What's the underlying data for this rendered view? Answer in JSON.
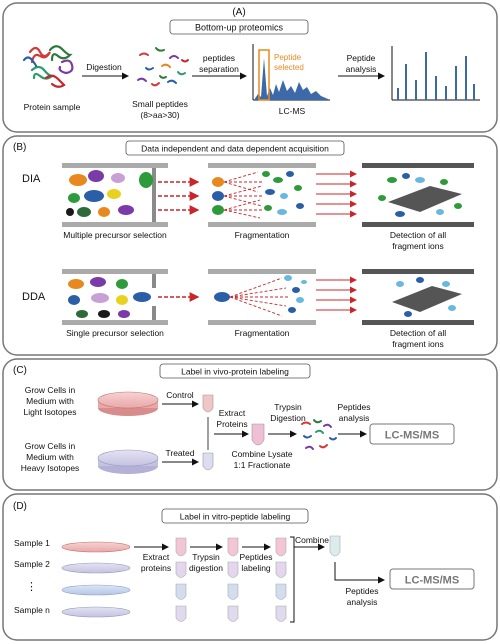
{
  "panel_a": {
    "letter": "(A)",
    "title": "Bottom-up proteomics",
    "protein_sample": "Protein sample",
    "digestion": "Digestion",
    "small_peptides": "Small peptides",
    "small_peptides_range": "(8>aa>30)",
    "peptides": "peptides",
    "separation": "separation",
    "peptide_selected_1": "Peptide",
    "peptide_selected_2": "selected",
    "lcms": "LC-MS",
    "peptide": "Peptide",
    "analysis": "analysis",
    "accent": "#e8891f",
    "chrom_color": "#3c6aa8"
  },
  "panel_b": {
    "letter": "(B)",
    "title": "Data independent and data dependent acquisition",
    "dia": "DIA",
    "dda": "DDA",
    "multiple_precursor": "Multiple precursor selection",
    "single_precursor": "Single precursor selection",
    "fragmentation": "Fragmentation",
    "detection_1": "Detection of all",
    "detection_2": "fragment ions",
    "arrow_color": "#c8262a"
  },
  "panel_c": {
    "letter": "(C)",
    "title": "Label in vivo-protein labeling",
    "light_1": "Grow Cells in",
    "light_2": "Medium with",
    "light_3": "Light Isotopes",
    "heavy_1": "Grow Cells in",
    "heavy_2": "Medium with",
    "heavy_3": "Heavy Isotopes",
    "control": "Control",
    "treated": "Treated",
    "extract_1": "Extract",
    "extract_2": "Proteins",
    "trypsin_1": "Trypsin",
    "trypsin_2": "Digestion",
    "combine_1": "Combine Lysate",
    "combine_2": "1:1 Fractionate",
    "peptides_1": "Peptides",
    "peptides_2": "analysis",
    "lcmsms": "LC-MS/MS"
  },
  "panel_d": {
    "letter": "(D)",
    "title": "Label in vitro-peptide labeling",
    "sample_1": "Sample 1",
    "sample_2": "Sample 2",
    "dots": "⋮",
    "sample_n": "Sample n",
    "extract_1": "Extract",
    "extract_2": "proteins",
    "trypsin_1": "Trypsin",
    "trypsin_2": "digestion",
    "labeling_1": "Peptides",
    "labeling_2": "labeling",
    "combine": "Combine",
    "peptides_1": "Peptides",
    "peptides_2": "analysis",
    "lcmsms": "LC-MS/MS"
  }
}
